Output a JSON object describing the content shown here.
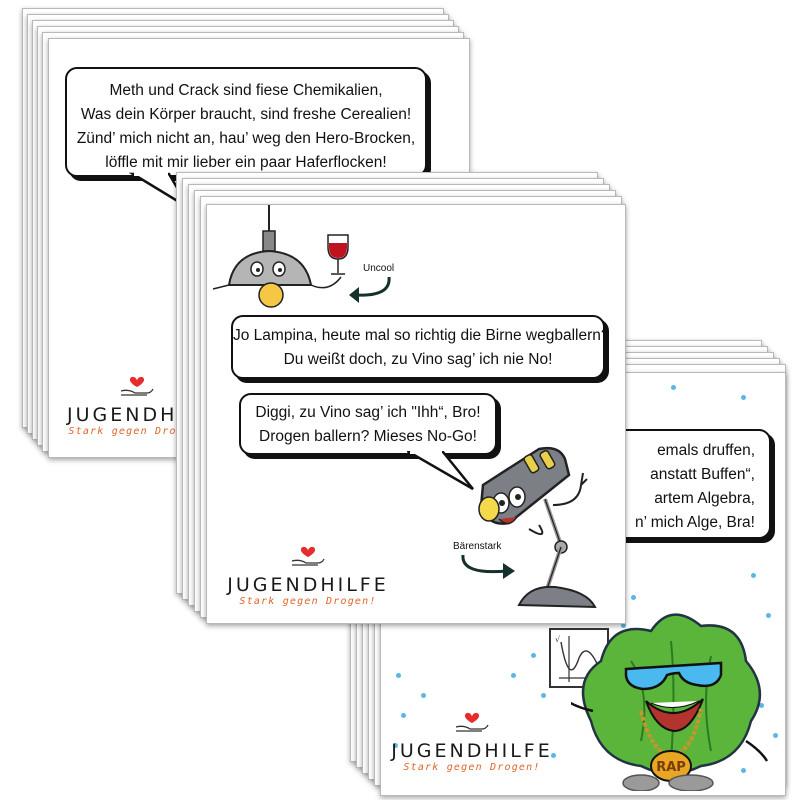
{
  "colors": {
    "bubble_border": "#111111",
    "brand_orange": "#e0632a",
    "heart": "#e52d2d",
    "drop_blue": "#5ab6e8",
    "lettuce_green": "#5bb53a"
  },
  "icons": [
    "heart-icon",
    "hand-icon",
    "lamp-pendant-icon",
    "wine-glass-icon",
    "desk-lamp-character",
    "lettuce-rapper-character",
    "graph-board-icon",
    "curved-arrow-icon"
  ],
  "card1": {
    "bubble_lines": [
      "Meth und Crack sind fiese Chemikalien,",
      "Was dein Körper braucht, sind freshe Cerealien!",
      "Zünd’ mich nicht an, hau’ weg den Hero-Brocken,",
      "löffle mit mir lieber ein paar Haferflocken!"
    ],
    "logo": {
      "word": "JUGENDHILFE",
      "tag": "Stark gegen Drogen!"
    }
  },
  "card2": {
    "label_uncool": "Uncool",
    "label_baerenstark": "Bärenstark",
    "bubble1_lines": [
      "Jo Lampina, heute mal so richtig die Birne wegballern?",
      "Du weißt doch, zu Vino sag’ ich nie No!"
    ],
    "bubble2_lines": [
      "Diggi, zu Vino sag’ ich \"Ihh“, Bro!",
      "Drogen ballern? Mieses No-Go!"
    ],
    "logo": {
      "word": "JUGENDHILFE",
      "tag": "Stark gegen Drogen!"
    }
  },
  "card3": {
    "bubble_lines": [
      "emals druffen,",
      "anstatt Buffen“,",
      "artem Algebra,",
      "n’ mich Alge, Bra!"
    ],
    "chain_text": "RAP",
    "logo": {
      "word": "JUGENDHILFE",
      "tag": "Stark gegen Drogen!"
    }
  }
}
